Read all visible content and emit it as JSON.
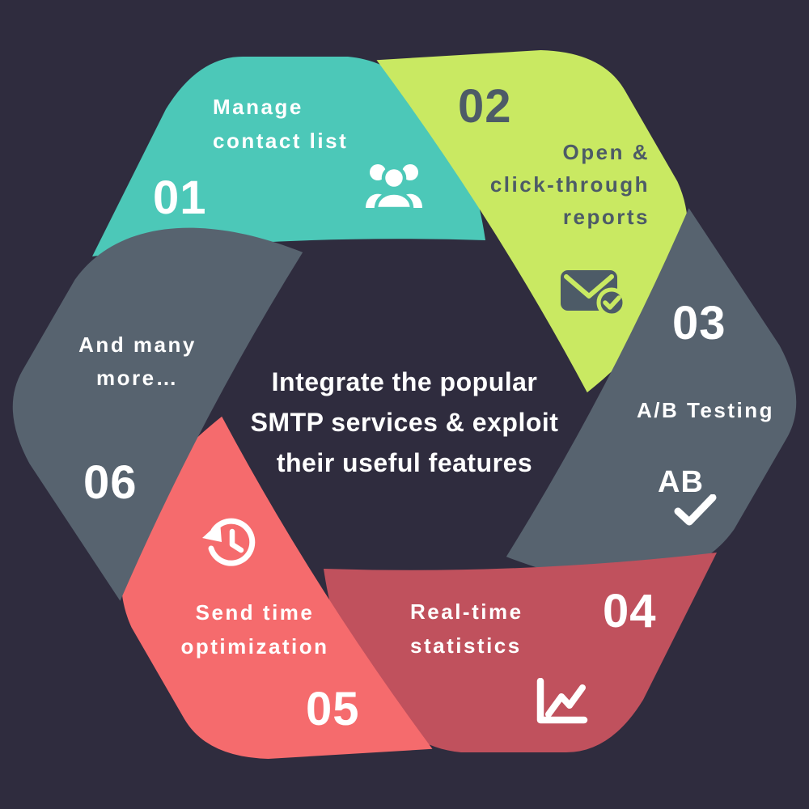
{
  "background_color": "#2f2c3e",
  "center": {
    "title": "Integrate the popular SMTP services & exploit their useful features",
    "title_lines": [
      "Integrate the popular",
      "SMTP services & exploit",
      "their useful features"
    ],
    "text_color": "#ffffff"
  },
  "segments": [
    {
      "number": "01",
      "label": "Manage contact list",
      "lines": [
        "Manage",
        "contact list"
      ],
      "color": "#4cc8b8",
      "text_color": "#ffffff",
      "icon": "people-group-icon",
      "position": "top-left"
    },
    {
      "number": "02",
      "label": "Open & click-through reports",
      "lines": [
        "Open &",
        "click-through",
        "reports"
      ],
      "color": "#c9e962",
      "text_color": "#4d5b67",
      "icon": "email-check-icon",
      "position": "top-right"
    },
    {
      "number": "03",
      "label": "A/B Testing",
      "lines": [
        "A/B Testing"
      ],
      "color": "#57636f",
      "text_color": "#ffffff",
      "icon": "ab-testing-check-icon",
      "icon_text": "AB",
      "position": "right"
    },
    {
      "number": "04",
      "label": "Real-time statistics",
      "lines": [
        "Real-time",
        "statistics"
      ],
      "color": "#c0515d",
      "text_color": "#ffffff",
      "icon": "line-chart-icon",
      "position": "bottom-right"
    },
    {
      "number": "05",
      "label": "Send time optimization",
      "lines": [
        "Send time",
        "optimization"
      ],
      "color": "#f56b6d",
      "text_color": "#ffffff",
      "icon": "send-time-history-clock-icon",
      "position": "bottom-left"
    },
    {
      "number": "06",
      "label": "And many more…",
      "lines": [
        "And many",
        "more…"
      ],
      "color": "#57636f",
      "text_color": "#ffffff",
      "icon": null,
      "position": "left"
    }
  ]
}
